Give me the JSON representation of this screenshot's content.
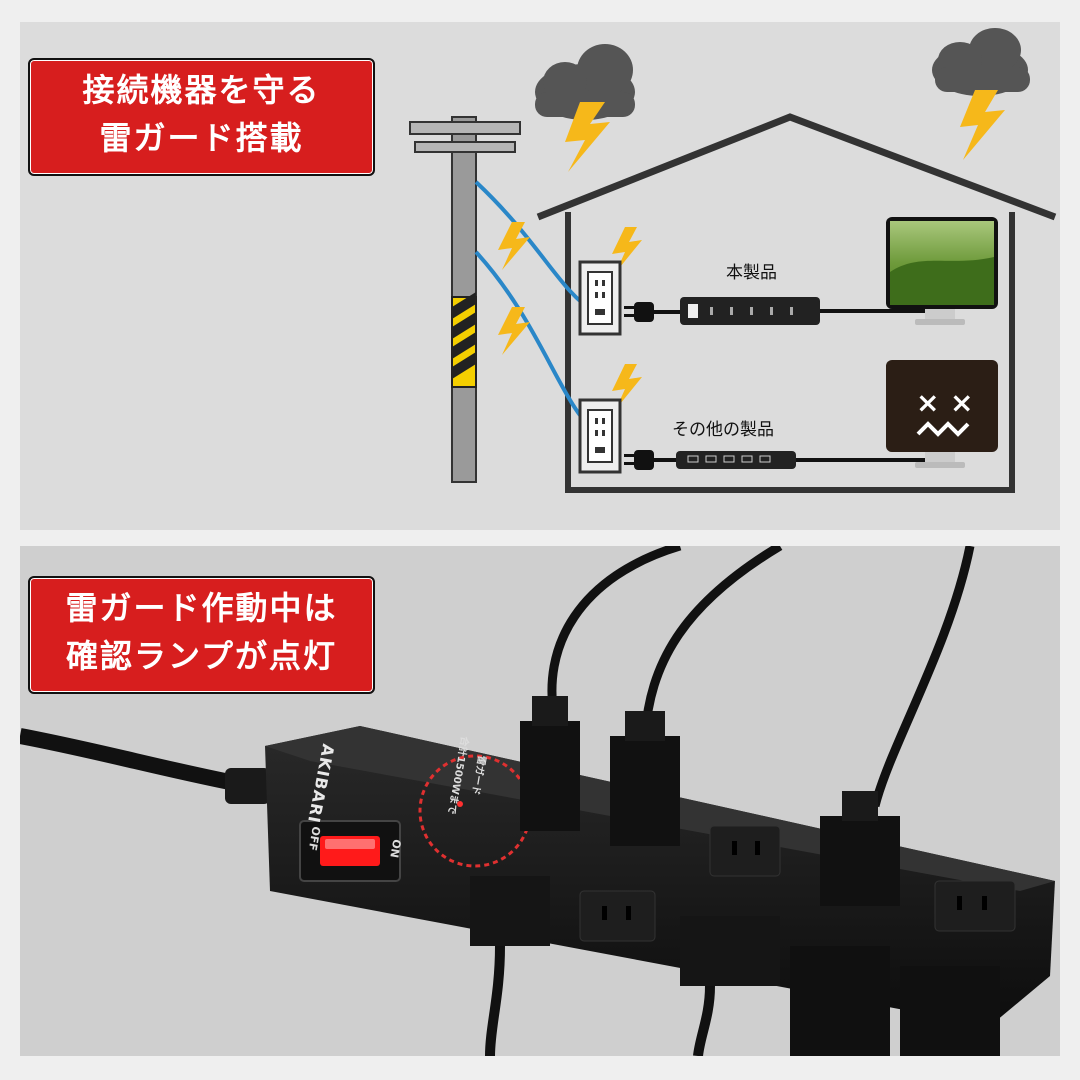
{
  "top_panel": {
    "banner_lines": [
      "接続機器を守る",
      "雷ガード搭載"
    ],
    "label_this_product": "本製品",
    "label_other_products": "その他の製品"
  },
  "bottom_panel": {
    "banner_lines": [
      "雷ガード作動中は",
      "確認ランプが点灯"
    ],
    "brand_text": "AKIBARI",
    "switch_on": "ON",
    "switch_off": "OFF",
    "indicator_text_1": "雷ガード",
    "indicator_text_2": "合計1500Wまで"
  },
  "colors": {
    "banner_red": "#d71e1e",
    "lightning_yellow": "#f6b81a",
    "wire_blue": "#2a87c8",
    "switch_red": "#ff1a1a"
  }
}
